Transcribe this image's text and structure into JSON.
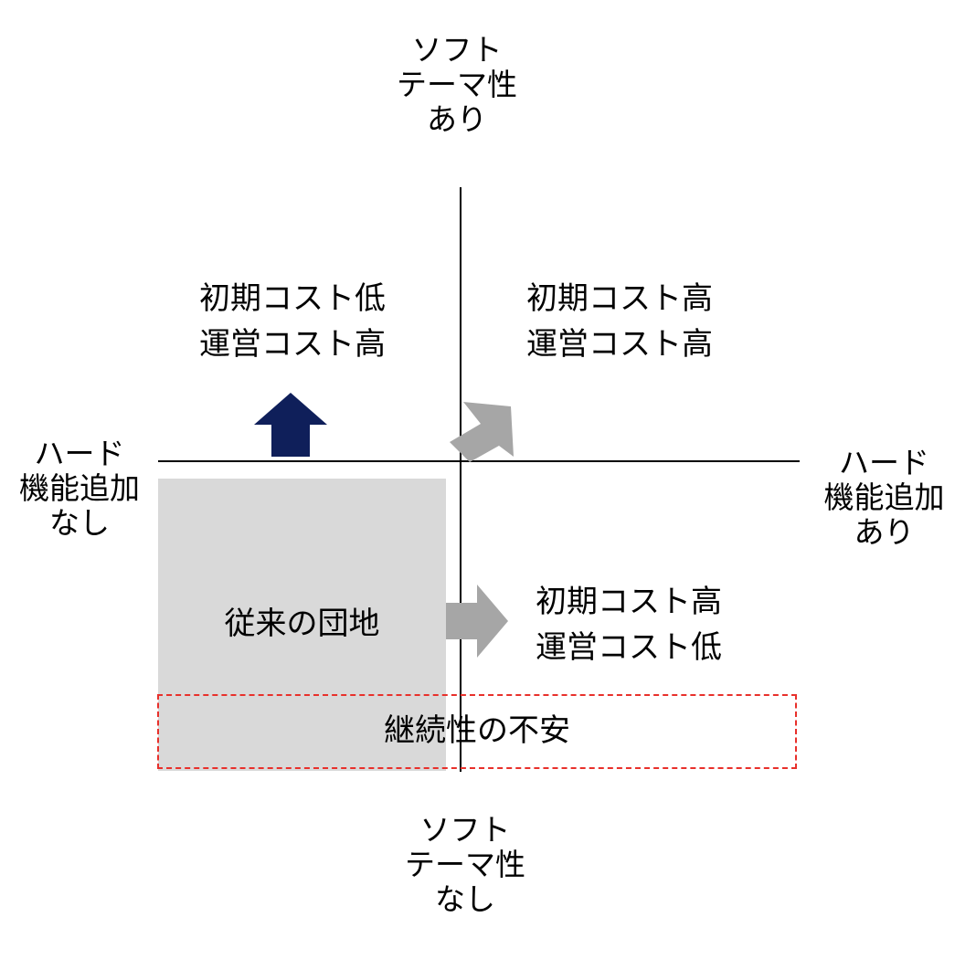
{
  "axes": {
    "top": [
      "ソフト",
      "テーマ性",
      "あり"
    ],
    "bottom": [
      "ソフト",
      "テーマ性",
      "なし"
    ],
    "left": [
      "ハード",
      "機能追加",
      "なし"
    ],
    "right": [
      "ハード",
      "機能追加",
      "あり"
    ]
  },
  "quadrants": {
    "top_left": [
      "初期コスト低",
      "運営コスト高"
    ],
    "top_right": [
      "初期コスト高",
      "運営コスト高"
    ],
    "bottom_right": [
      "初期コスト高",
      "運営コスト低"
    ]
  },
  "boxes": {
    "traditional": "従来の団地",
    "anxiety": "継続性の不安"
  },
  "colors": {
    "arrow_up": "#0f1f5a",
    "arrow_gray": "#a6a6a6",
    "box_fill": "#d9d9d9",
    "dashed_border": "#e8302b"
  }
}
